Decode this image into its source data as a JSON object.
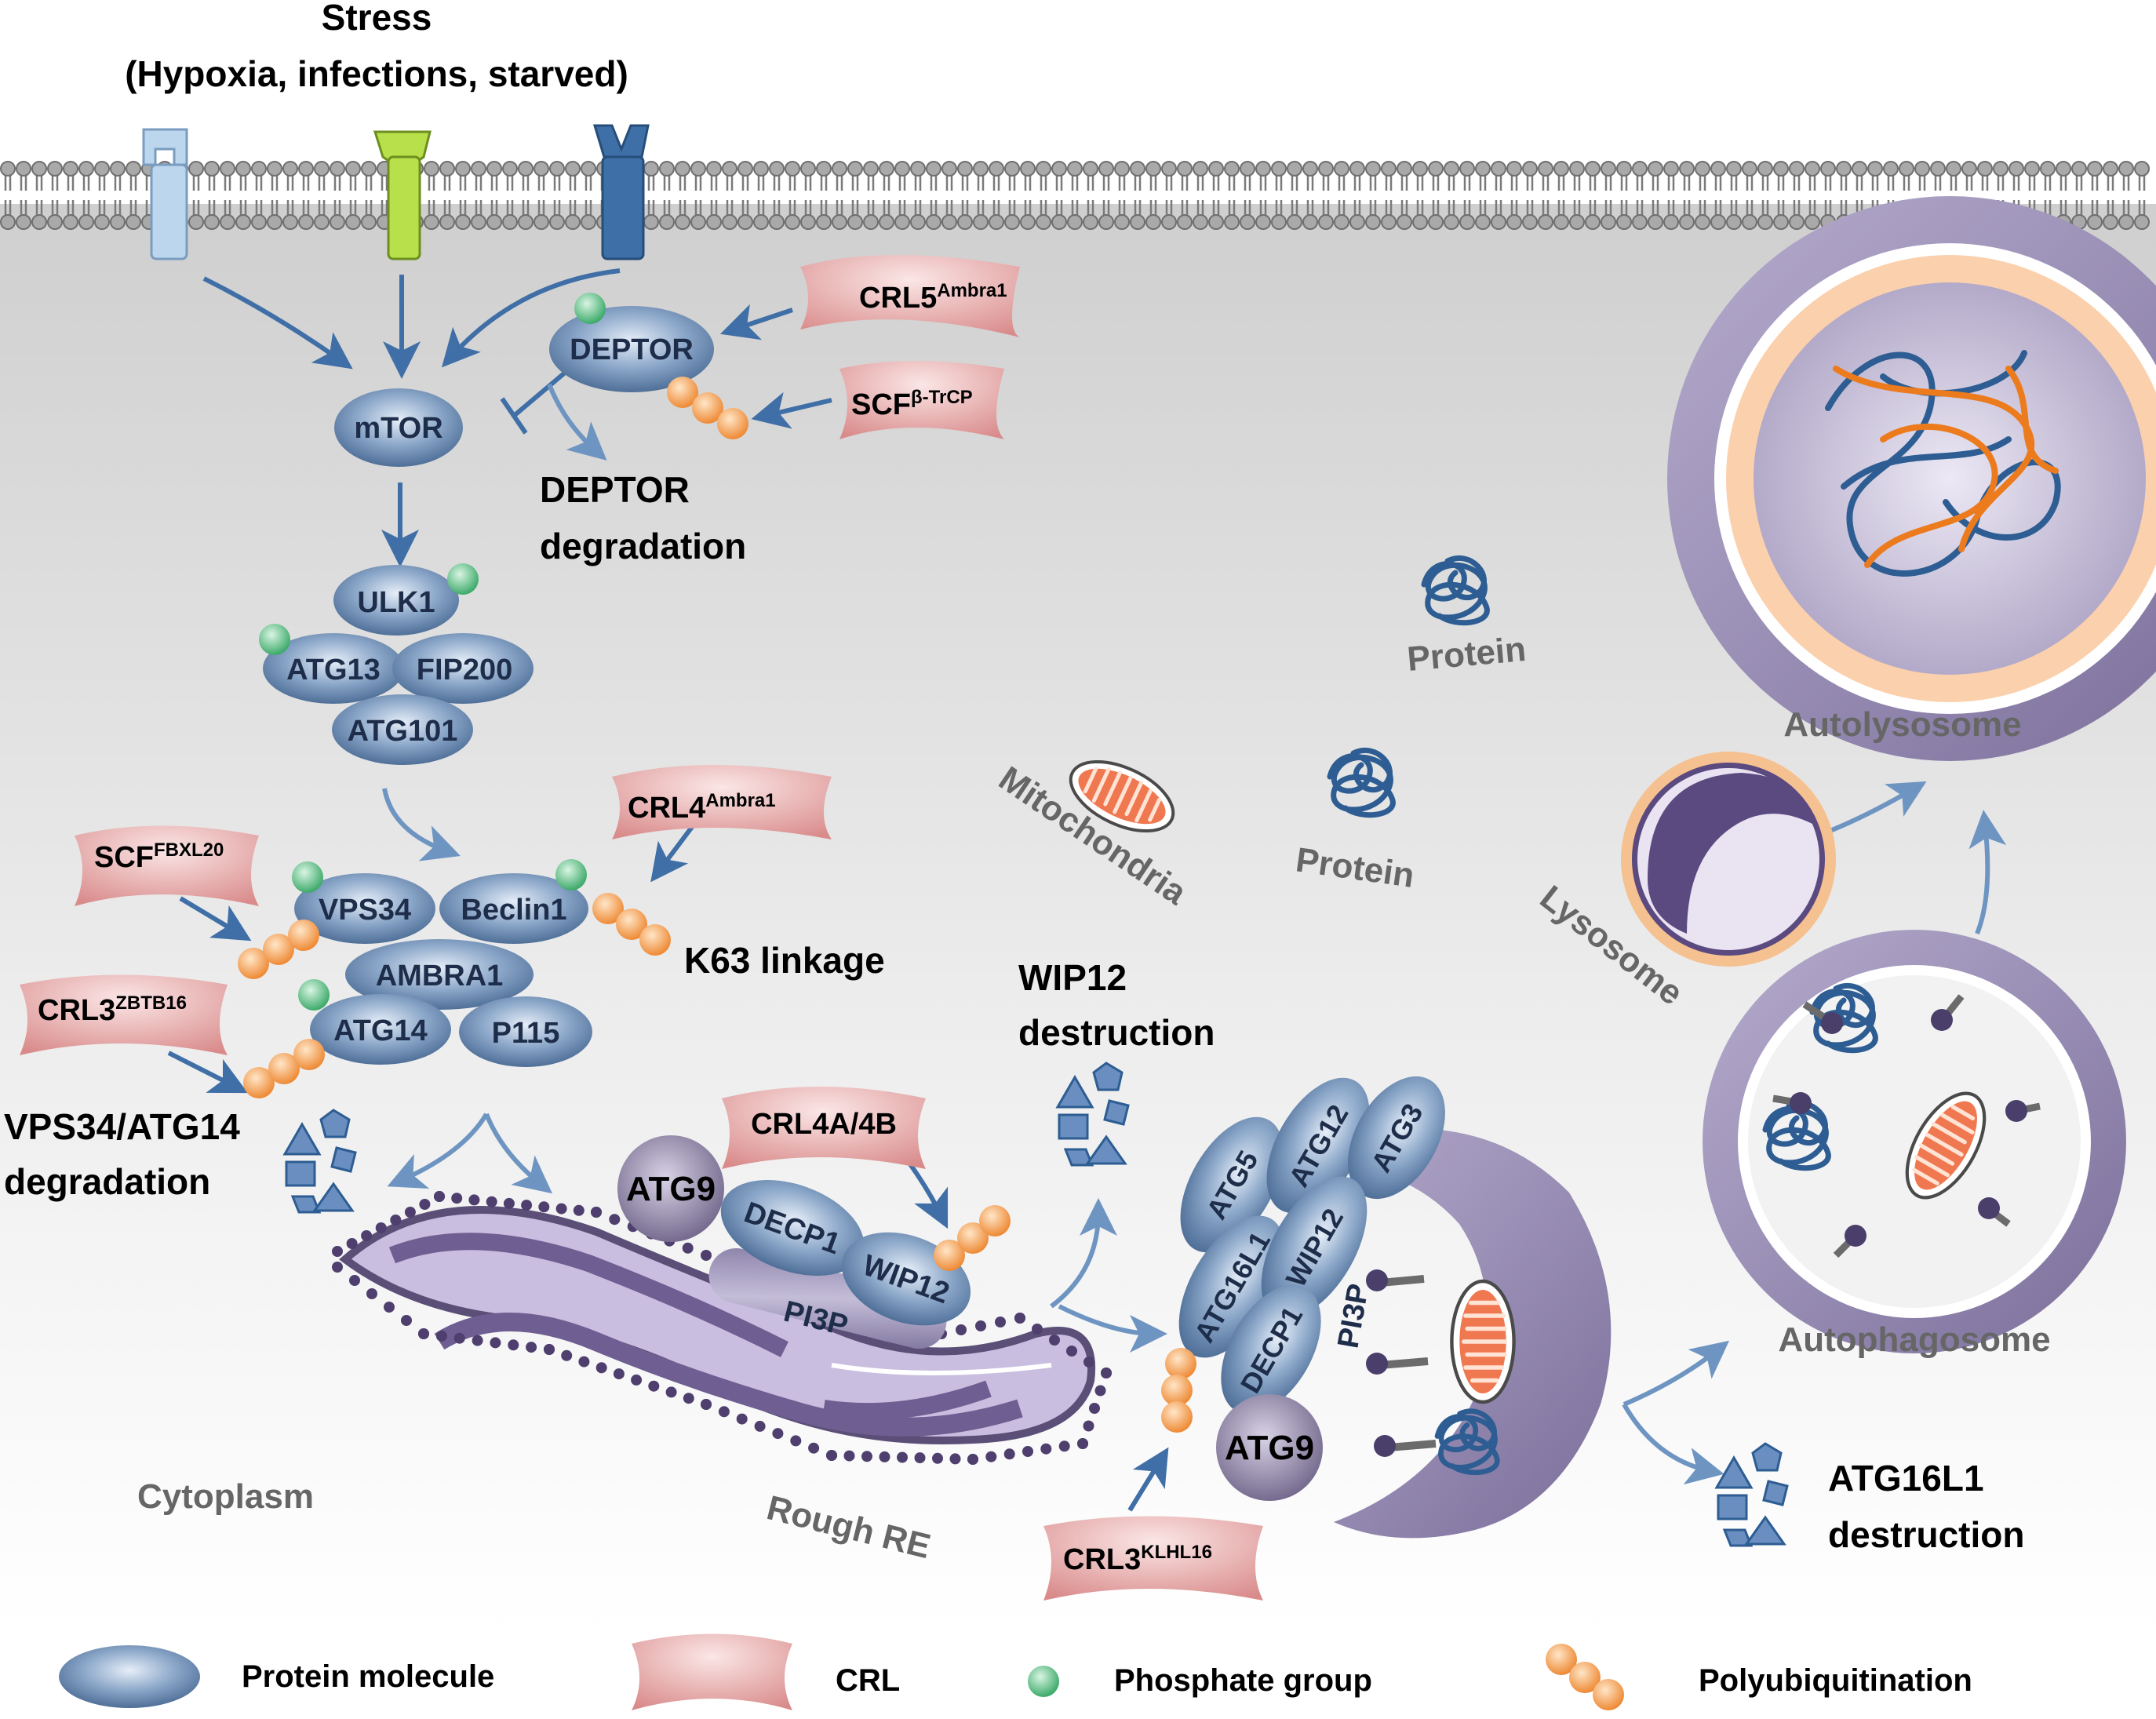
{
  "stress": {
    "title": "Stress",
    "subtitle": "(Hypoxia, infections, starved)"
  },
  "proteins": {
    "mtor": "mTOR",
    "deptor": "DEPTOR",
    "ulk1": "ULK1",
    "atg13": "ATG13",
    "fip200": "FIP200",
    "atg101": "ATG101",
    "vps34": "VPS34",
    "beclin1": "Beclin1",
    "ambra1": "AMBRA1",
    "atg14": "ATG14",
    "p115": "P115",
    "atg9_er": "ATG9",
    "decp1_er": "DECP1",
    "wip12_er": "WIP12",
    "pi3p_er": "PI3P",
    "atg5": "ATG5",
    "atg12": "ATG12",
    "atg3": "ATG3",
    "atg16l1": "ATG16L1",
    "wip12_ph": "WIP12",
    "decp1_ph": "DECP1",
    "atg9_ph": "ATG9",
    "pi3p_ph": "PI3P"
  },
  "crls": {
    "crl5_base": "CRL5",
    "crl5_sup": "Ambra1",
    "scf_btrcp_base": "SCF",
    "scf_btrcp_sup": "β-TrCP",
    "crl4_base": "CRL4",
    "crl4_sup": "Ambra1",
    "scf_fbxl20_base": "SCF",
    "scf_fbxl20_sup": "FBXL20",
    "crl3_zbtb_base": "CRL3",
    "crl3_zbtb_sup": "ZBTB16",
    "crl4ab": "CRL4A/4B",
    "crl3_klhl_base": "CRL3",
    "crl3_klhl_sup": "KLHL16"
  },
  "labels": {
    "deptor_deg_1": "DEPTOR",
    "deptor_deg_2": "degradation",
    "k63": "K63 linkage",
    "vps34_deg_1": "VPS34/ATG14",
    "vps34_deg_2": "degradation",
    "wip12_dest_1": "WIP12",
    "wip12_dest_2": "destruction",
    "atg16l1_dest_1": "ATG16L1",
    "atg16l1_dest_2": "destruction",
    "cytoplasm": "Cytoplasm",
    "rough_re": "Rough RE",
    "mitochondria": "Mitochondria",
    "protein_1": "Protein",
    "protein_2": "Protein",
    "lysosome": "Lysosome",
    "autolysosome": "Autolysosome",
    "autophagosome": "Autophagosome"
  },
  "legend": {
    "protein": "Protein molecule",
    "crl": "CRL",
    "phosphate": "Phosphate group",
    "polyub": "Polyubiquitination"
  },
  "colors": {
    "protein_blue": "#6f8fb5",
    "crl_pink": "#e8a4a4",
    "phosphate_green": "#5cbf86",
    "ubiquitin_orange": "#f5a45a",
    "arrow_blue": "#3f6fa6",
    "vesicle_purple": "#9c92b8",
    "membrane_gray": "#8a8a8a"
  }
}
